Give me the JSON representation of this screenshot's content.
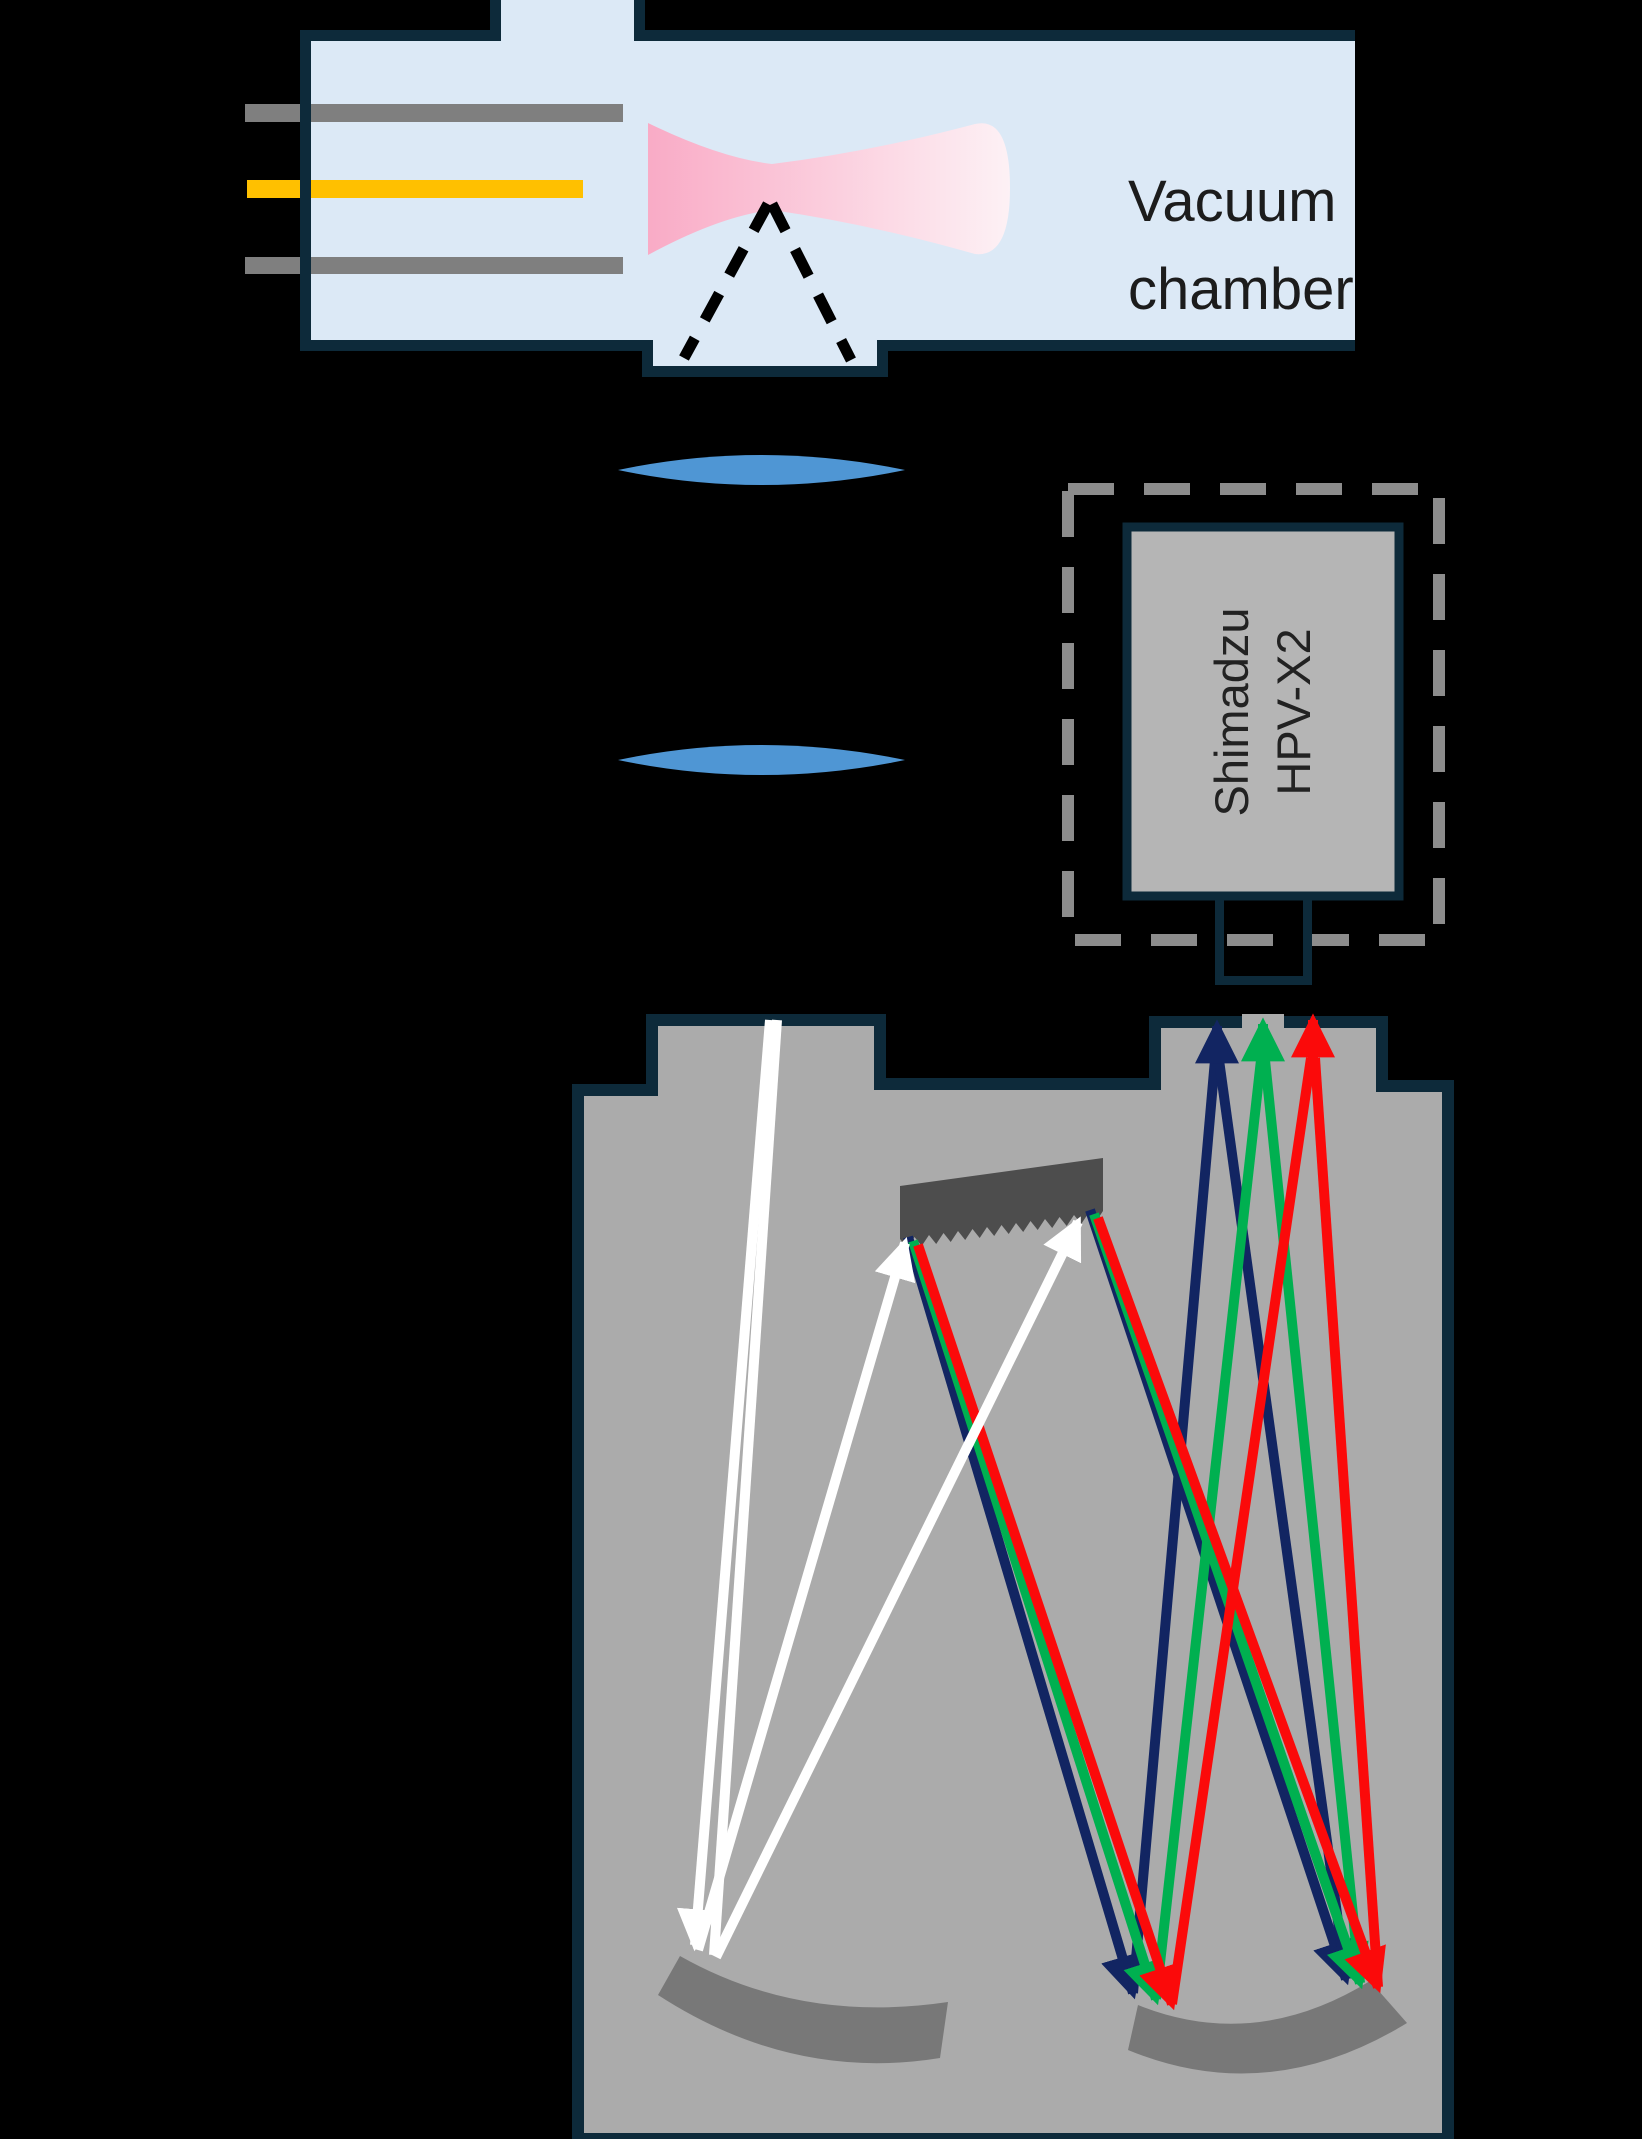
{
  "labels": {
    "vacuum_chamber": {
      "line1": "Vacuum",
      "line2": "chamber"
    },
    "camera": {
      "line1": "Shimadzu",
      "line2": "HPV-X2"
    }
  },
  "colors": {
    "background": "#000000",
    "outline_navy": "#0d2a3a",
    "chamber_fill": "#dce9f6",
    "electrode_gray": "#7f7f7f",
    "laser_yellow": "#ffc000",
    "plasma_pink_start": "#f9abc6",
    "plasma_pink_end": "#fdf1f5",
    "cone_dash_black": "#000000",
    "lens_blue": "#4f96d4",
    "dashed_outline_gray": "#8c8c8c",
    "camera_gray": "#b5b5b5",
    "spectrometer_gray": "#ababab",
    "grating_dark": "#4d4d4d",
    "mirror_gray": "#787878",
    "ray_white": "#ffffff",
    "ray_blue": "#122562",
    "ray_green": "#00b050",
    "ray_red": "#fb0a0a"
  }
}
